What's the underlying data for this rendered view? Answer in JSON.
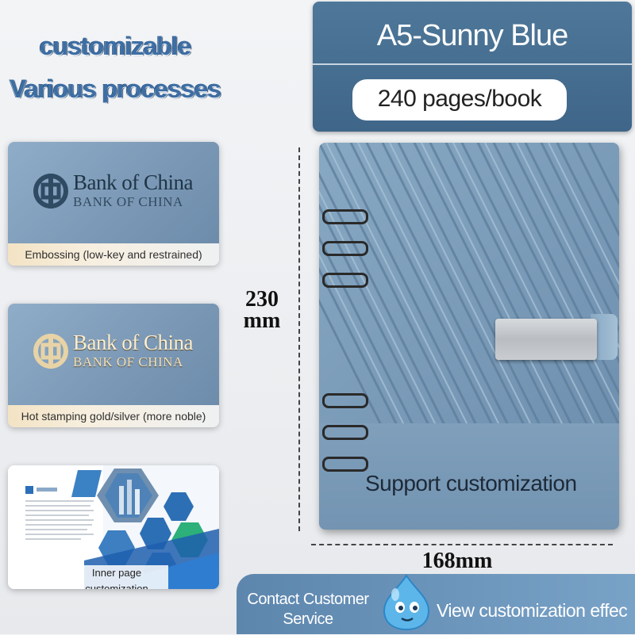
{
  "headline": {
    "line1": "customizable",
    "line2": "Various processes"
  },
  "samples": [
    {
      "logo_text": "Bank of China",
      "logo_subtext": "BANK OF CHINA",
      "caption": "Embossing (low-key and restrained)"
    },
    {
      "logo_text": "Bank of China",
      "logo_subtext": "BANK OF CHINA",
      "caption": "Hot stamping gold/silver (more noble)"
    },
    {
      "caption": "Inner page customization"
    }
  ],
  "product": {
    "name": "A5-Sunny Blue",
    "pages": "240 pages/book",
    "cover_text": "Support customization",
    "height_dim": "230 mm",
    "width_dim": "168mm",
    "color": "#7a9bb8"
  },
  "contact": {
    "button": "Contact Customer Service",
    "view_link": "View customization effec"
  }
}
